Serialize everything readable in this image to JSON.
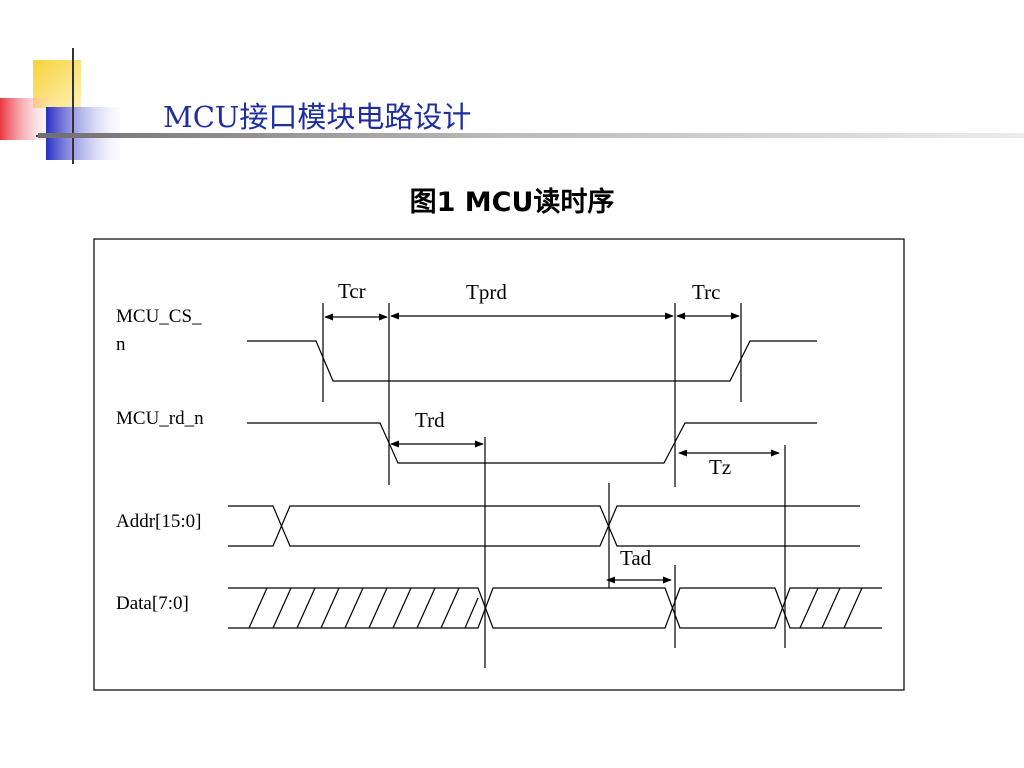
{
  "slide": {
    "title": "MCU接口模块电路设计",
    "accent_color": "#1f2e9e"
  },
  "figure": {
    "caption": "图1  MCU读时序"
  },
  "signals": [
    {
      "id": "cs",
      "label_line1": "MCU_CS_",
      "label_line2": "n"
    },
    {
      "id": "rd",
      "label": "MCU_rd_n"
    },
    {
      "id": "addr",
      "label": "Addr[15:0]"
    },
    {
      "id": "data",
      "label": "Data[7:0]"
    }
  ],
  "timings": {
    "tcr": "Tcr",
    "tprd": "Tprd",
    "trc": "Trc",
    "trd": "Trd",
    "tz": "Tz",
    "tad": "Tad"
  },
  "logo": {
    "icon": "decorative-squares-logo",
    "colors": [
      "#f7c400",
      "#2e34c8",
      "#e53b3b"
    ]
  }
}
